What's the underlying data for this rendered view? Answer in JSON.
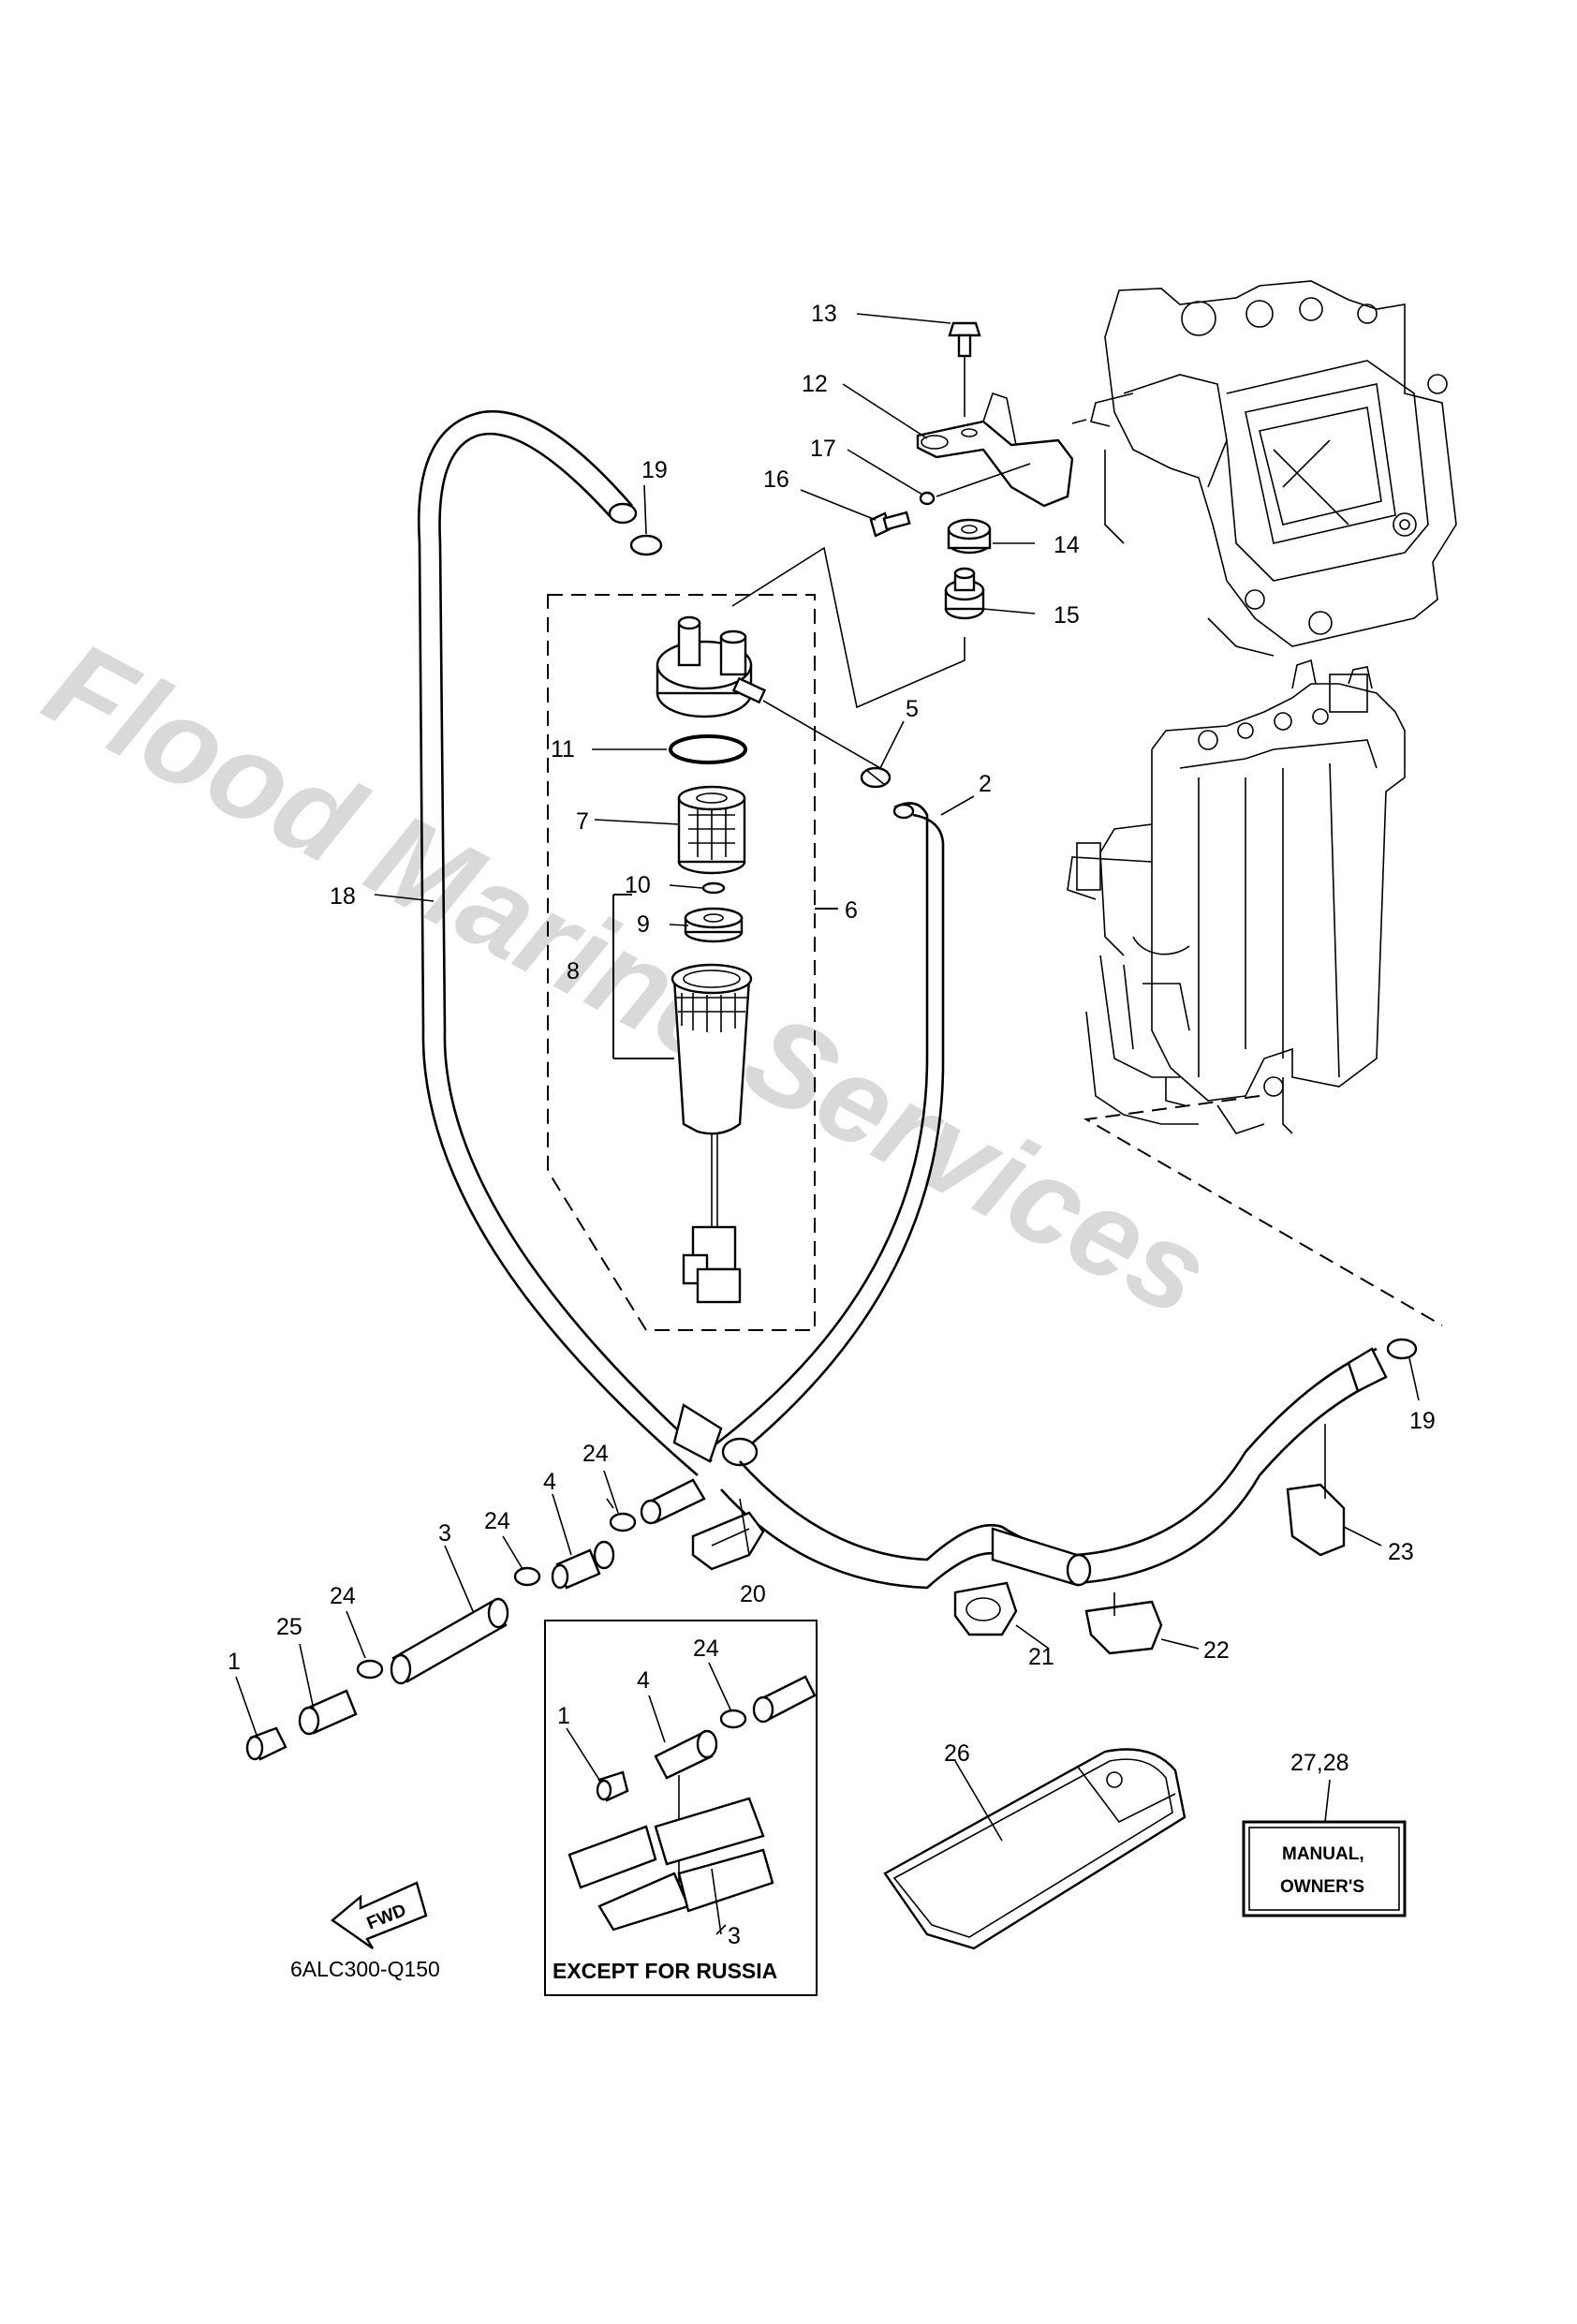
{
  "watermark": "Flood Marine Services",
  "diagram_code": "6ALC300-Q150",
  "except_label": "EXCEPT FOR RUSSIA",
  "manual_label_line1": "MANUAL,",
  "manual_label_line2": "OWNER'S",
  "fwd_label": "FWD",
  "callouts": {
    "c1a": "1",
    "c1b": "1",
    "c2": "2",
    "c3a": "3",
    "c3b": "3",
    "c4a": "4",
    "c4b": "4",
    "c5": "5",
    "c6": "6",
    "c7": "7",
    "c8": "8",
    "c9": "9",
    "c10": "10",
    "c11": "11",
    "c12": "12",
    "c13": "13",
    "c14": "14",
    "c15": "15",
    "c16": "16",
    "c17": "17",
    "c18": "18",
    "c19a": "19",
    "c19b": "19",
    "c20": "20",
    "c21": "21",
    "c22": "22",
    "c23": "23",
    "c24a": "24",
    "c24b": "24",
    "c24c": "24",
    "c24d": "24",
    "c25": "25",
    "c26": "26",
    "c2728": "27,28"
  }
}
